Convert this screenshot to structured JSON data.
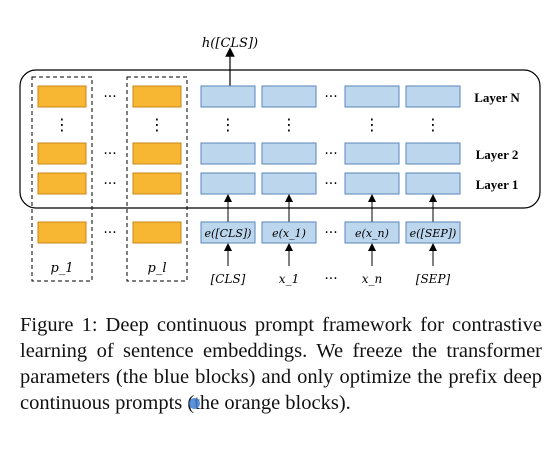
{
  "diagram": {
    "output_label": "h([CLS])",
    "layers": [
      "Layer N",
      "Layer 2",
      "Layer 1"
    ],
    "prefix_labels": [
      "p_1",
      "p_l"
    ],
    "embedding_labels": [
      "e([CLS])",
      "e(x_1)",
      "e(x_n)",
      "e([SEP])"
    ],
    "token_labels": [
      "[CLS]",
      "x_1",
      "x_n",
      "[SEP]"
    ],
    "ellipsis_h": "···",
    "ellipsis_v": "⋮",
    "colors": {
      "prefix_orange": "#f7b733",
      "prefix_orange_border": "#c8861a",
      "frozen_blue": "#bcd6ee",
      "frozen_blue_border": "#5a86b5"
    }
  },
  "caption": "Figure 1: Deep continuous prompt framework for contrastive learning of sentence embeddings. We freeze the transformer parameters (the blue blocks) and only optimize the prefix deep continuous prompts (the orange blocks)."
}
